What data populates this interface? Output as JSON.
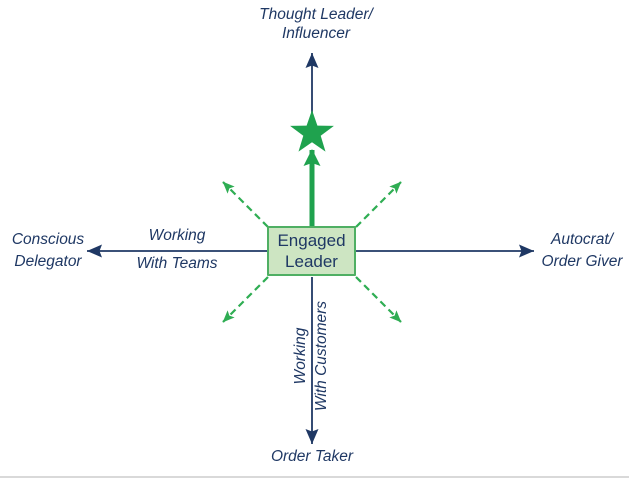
{
  "diagram": {
    "type": "leadership-quadrant-axes",
    "center_box": {
      "line1": "Engaged",
      "line2": "Leader"
    },
    "axes": {
      "top": {
        "pole_line1": "Thought Leader/",
        "pole_line2": "Influencer"
      },
      "bottom": {
        "pole_label": "Order Taker",
        "axis_line1": "Working",
        "axis_line2": "With Customers"
      },
      "left": {
        "pole_line1": "Conscious",
        "pole_line2": "Delegator",
        "axis_line1": "Working",
        "axis_line2": "With Teams"
      },
      "right": {
        "pole_line1": "Autocrat/",
        "pole_line2": "Order Giver"
      }
    },
    "marker": {
      "shape": "star",
      "position": "on upper axis toward Thought Leader/Influencer"
    },
    "colors": {
      "navy": "#1F3864",
      "green": "#1FA24E",
      "green_dash": "#2FAD53",
      "box_fill": "#CDE5C2",
      "box_border": "#4FAF63",
      "bottom_rule": "#D9D9D9"
    }
  }
}
